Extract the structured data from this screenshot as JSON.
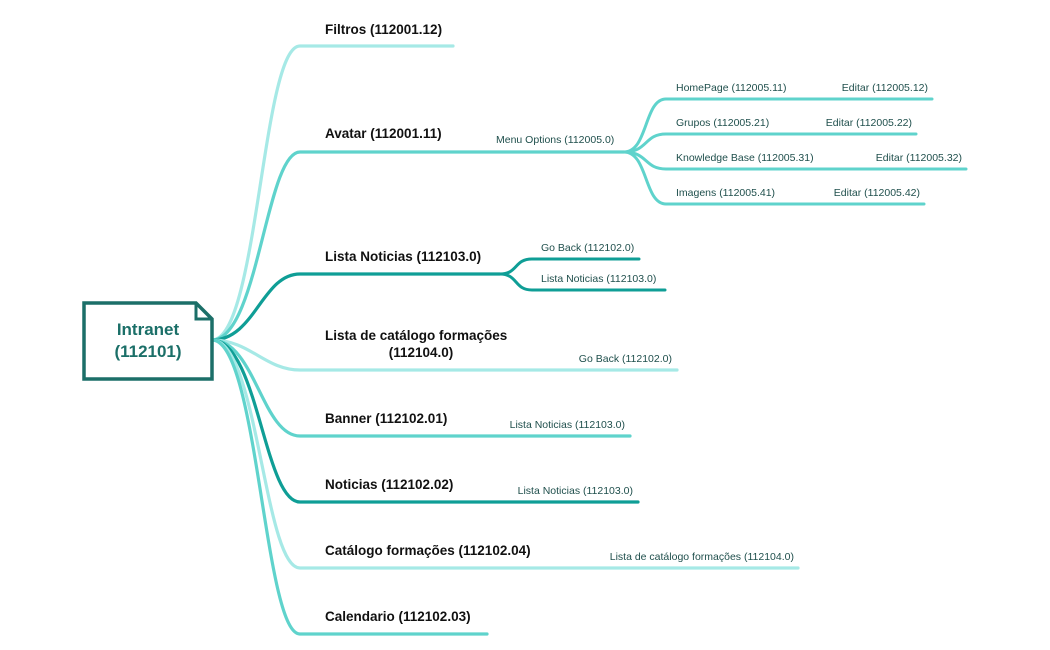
{
  "root": {
    "line1": "Intranet",
    "line2": "(112101)"
  },
  "colors": {
    "dark": "#0f9e96",
    "medium": "#5fd3cc",
    "light": "#a6e9e6",
    "root_border": "#1b6f68",
    "root_text": "#1b6f68"
  },
  "branches": {
    "filtros": {
      "label": "Filtros (112001.12)"
    },
    "avatar": {
      "label": "Avatar (112001.11)",
      "menu": {
        "label": "Menu Options (112005.0)",
        "items": [
          {
            "label": "HomePage (112005.11)",
            "edit": "Editar (112005.12)"
          },
          {
            "label": "Grupos (112005.21)",
            "edit": "Editar (112005.22)"
          },
          {
            "label": "Knowledge Base (112005.31)",
            "edit": "Editar (112005.32)"
          },
          {
            "label": "Imagens (112005.41)",
            "edit": "Editar (112005.42)"
          }
        ]
      }
    },
    "lista_noticias": {
      "label": "Lista Noticias (112103.0)",
      "children": [
        "Go Back (112102.0)",
        "Lista Noticias (112103.0)"
      ]
    },
    "lista_catalogo": {
      "line1": "Lista de catálogo formações",
      "line2": "(112104.0)",
      "child": "Go Back (112102.0)"
    },
    "banner": {
      "label": "Banner (112102.01)",
      "child": "Lista Noticias (112103.0)"
    },
    "noticias": {
      "label": "Noticias (112102.02)",
      "child": "Lista Noticias (112103.0)"
    },
    "catalogo": {
      "label": "Catálogo formações (112102.04)",
      "child": "Lista de catálogo formações (112104.0)"
    },
    "calendario": {
      "label": "Calendario (112102.03)"
    }
  }
}
